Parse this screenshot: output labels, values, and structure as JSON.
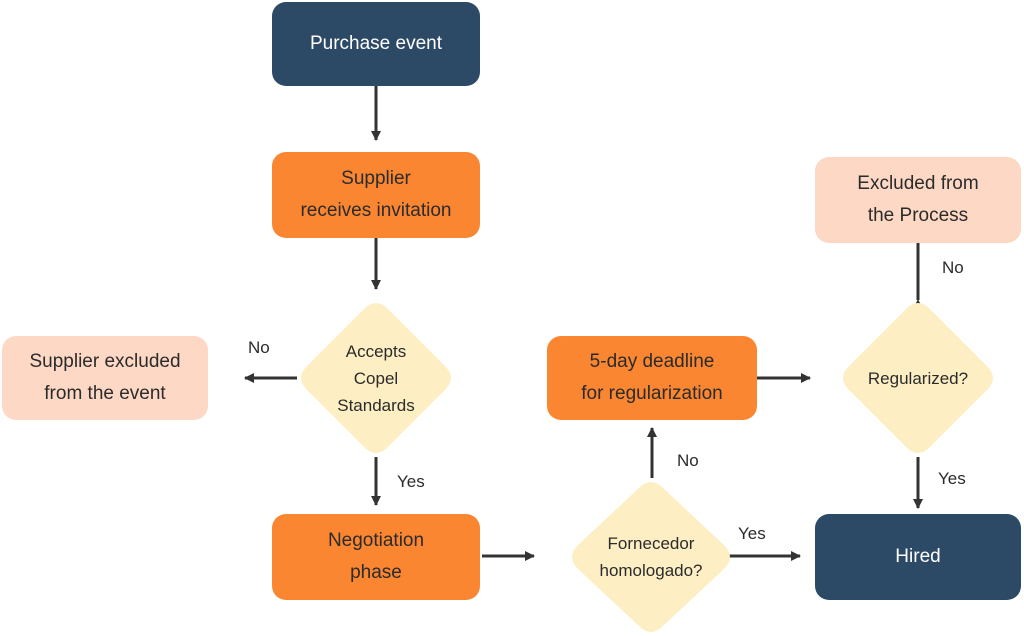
{
  "colors": {
    "dark": "#2c4a66",
    "orange": "#fb8631",
    "peach": "#fdd9c5",
    "decision": "#fdefc3",
    "arrow": "#333333"
  },
  "nodes": {
    "purchase_event": "Purchase event",
    "supplier_invitation_l1": "Supplier",
    "supplier_invitation_l2": "receives invitation",
    "accepts_l1": "Accepts",
    "accepts_l2": "Copel",
    "accepts_l3": "Standards",
    "supplier_excluded_l1": "Supplier excluded",
    "supplier_excluded_l2": "from the event",
    "negotiation_l1": "Negotiation",
    "negotiation_l2": "phase",
    "fornecedor_l1": "Fornecedor",
    "fornecedor_l2": "homologado?",
    "deadline_l1": "5-day deadline",
    "deadline_l2": "for regularization",
    "regularized": "Regularized?",
    "excluded_process_l1": "Excluded from",
    "excluded_process_l2": "the Process",
    "hired": "Hired"
  },
  "edge_labels": {
    "accepts_no": "No",
    "accepts_yes": "Yes",
    "fornecedor_no": "No",
    "fornecedor_yes": "Yes",
    "regularized_no": "No",
    "regularized_yes": "Yes"
  }
}
